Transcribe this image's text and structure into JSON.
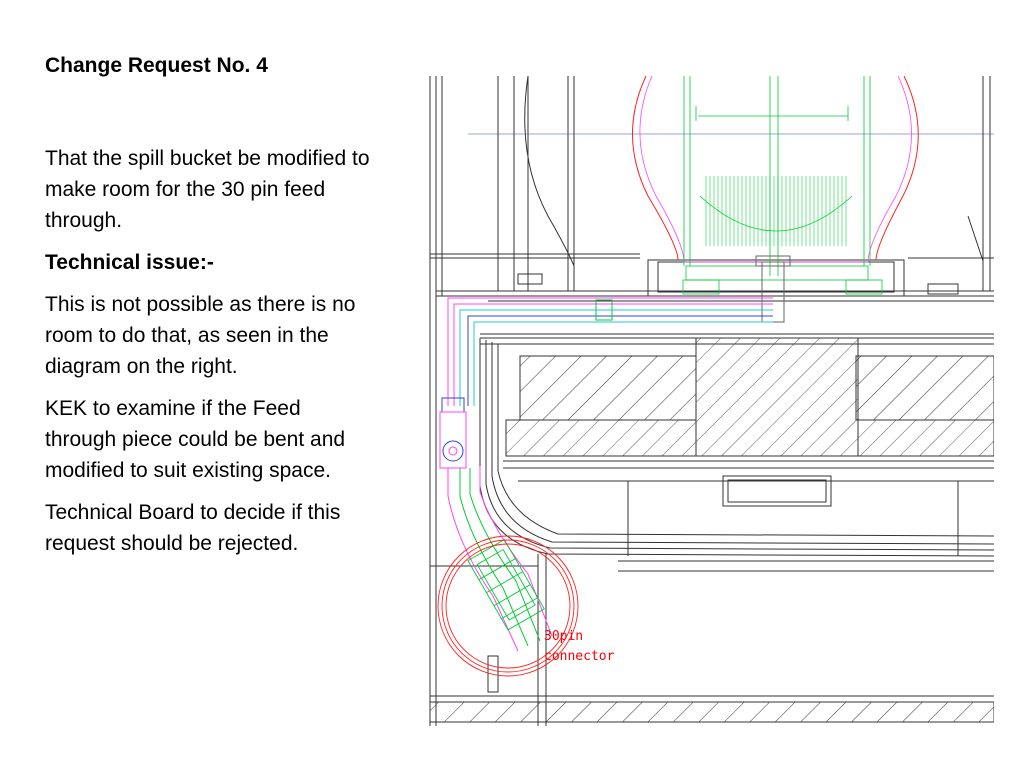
{
  "slide": {
    "title": "Change Request No. 4",
    "paragraphs": [
      "That the spill bucket be modified to make room for the 30 pin feed through.",
      "Technical issue:-",
      "This is not possible as there is no room to do that, as seen in the diagram on the right.",
      "KEK to examine if the Feed through piece could be bent and modified to suit existing space.",
      "Technical Board to decide if this request should be rejected."
    ]
  },
  "drawing": {
    "callout_line1": "30pin",
    "callout_line2": "connector",
    "colors": {
      "outline": "#333333",
      "green": "#00cc33",
      "magenta": "#ff44ff",
      "cyan": "#22cccc",
      "red": "#ff2222",
      "blue": "#3344cc"
    }
  }
}
